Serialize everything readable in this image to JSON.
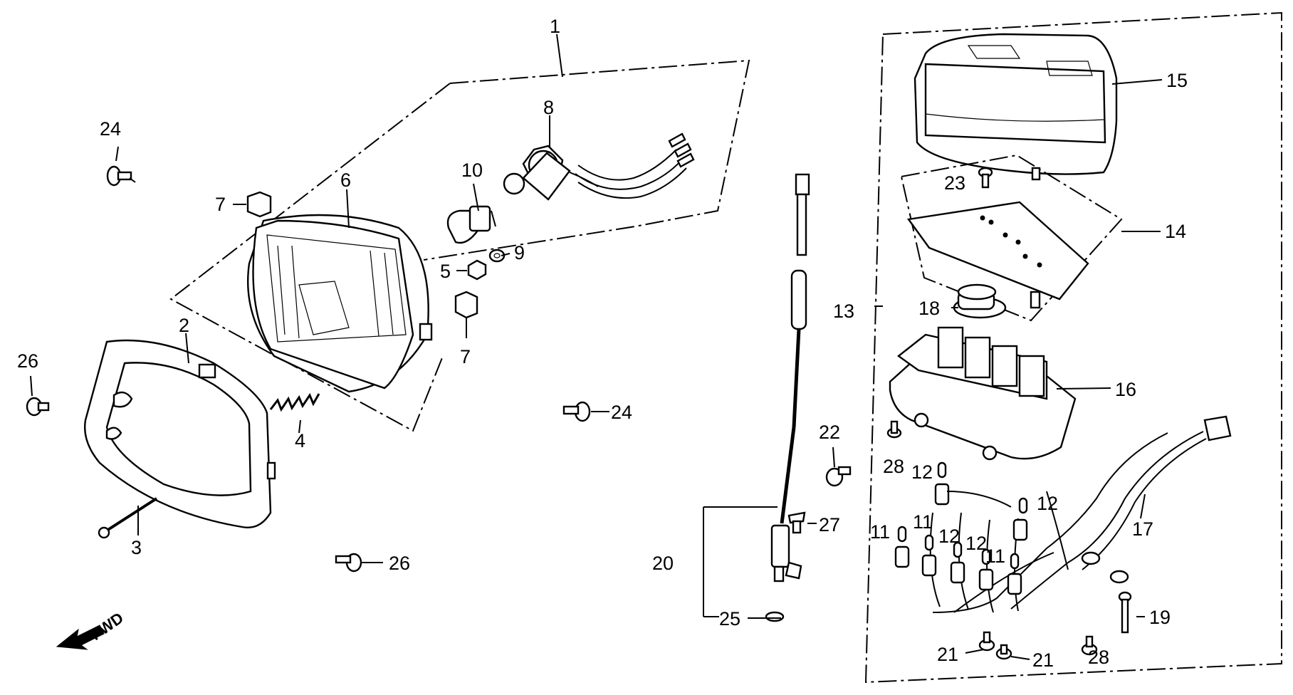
{
  "callouts": {
    "c1": "1",
    "c2": "2",
    "c3": "3",
    "c4": "4",
    "c5": "5",
    "c6": "6",
    "c7a": "7",
    "c7b": "7",
    "c8": "8",
    "c9": "9",
    "c10": "10",
    "c11a": "11",
    "c11b": "11",
    "c11c": "11",
    "c12a": "12",
    "c12b": "12",
    "c12c": "12",
    "c12d": "12",
    "c13": "13",
    "c14": "14",
    "c15": "15",
    "c16": "16",
    "c17": "17",
    "c18": "18",
    "c19": "19",
    "c20": "20",
    "c21a": "21",
    "c21b": "21",
    "c22": "22",
    "c23": "23",
    "c24a": "24",
    "c24b": "24",
    "c25": "25",
    "c26a": "26",
    "c26b": "26",
    "c27": "27",
    "c28a": "28",
    "c28b": "28"
  },
  "direction_label": "FWD"
}
